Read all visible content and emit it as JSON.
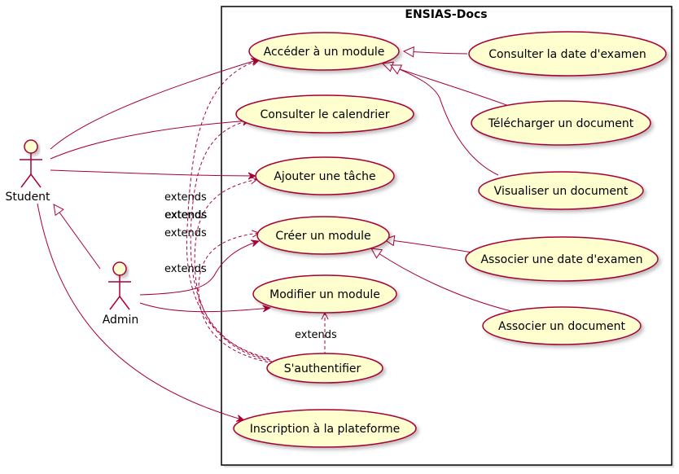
{
  "system": {
    "title": "ENSIAS-Docs"
  },
  "actors": {
    "student": "Student",
    "admin": "Admin"
  },
  "use_cases": {
    "acceder_module": "Accéder à un module",
    "consulter_calendrier": "Consulter le calendrier",
    "ajouter_tache": "Ajouter une tâche",
    "creer_module": "Créer un module",
    "modifier_module": "Modifier un module",
    "sauthentifier": "S'authentifier",
    "inscription": "Inscription à la plateforme",
    "consulter_date_examen": "Consulter la date d'examen",
    "telecharger_document": "Télécharger un document",
    "visualiser_document": "Visualiser un document",
    "associer_date_examen": "Associer une date d'examen",
    "associer_document": "Associer un document"
  },
  "edge_labels": {
    "extends": "extends"
  },
  "colors": {
    "ellipse_fill": "#FEFECE",
    "ellipse_stroke": "#A80036",
    "edge": "#A80036",
    "shadow": "#C8C8C8"
  }
}
